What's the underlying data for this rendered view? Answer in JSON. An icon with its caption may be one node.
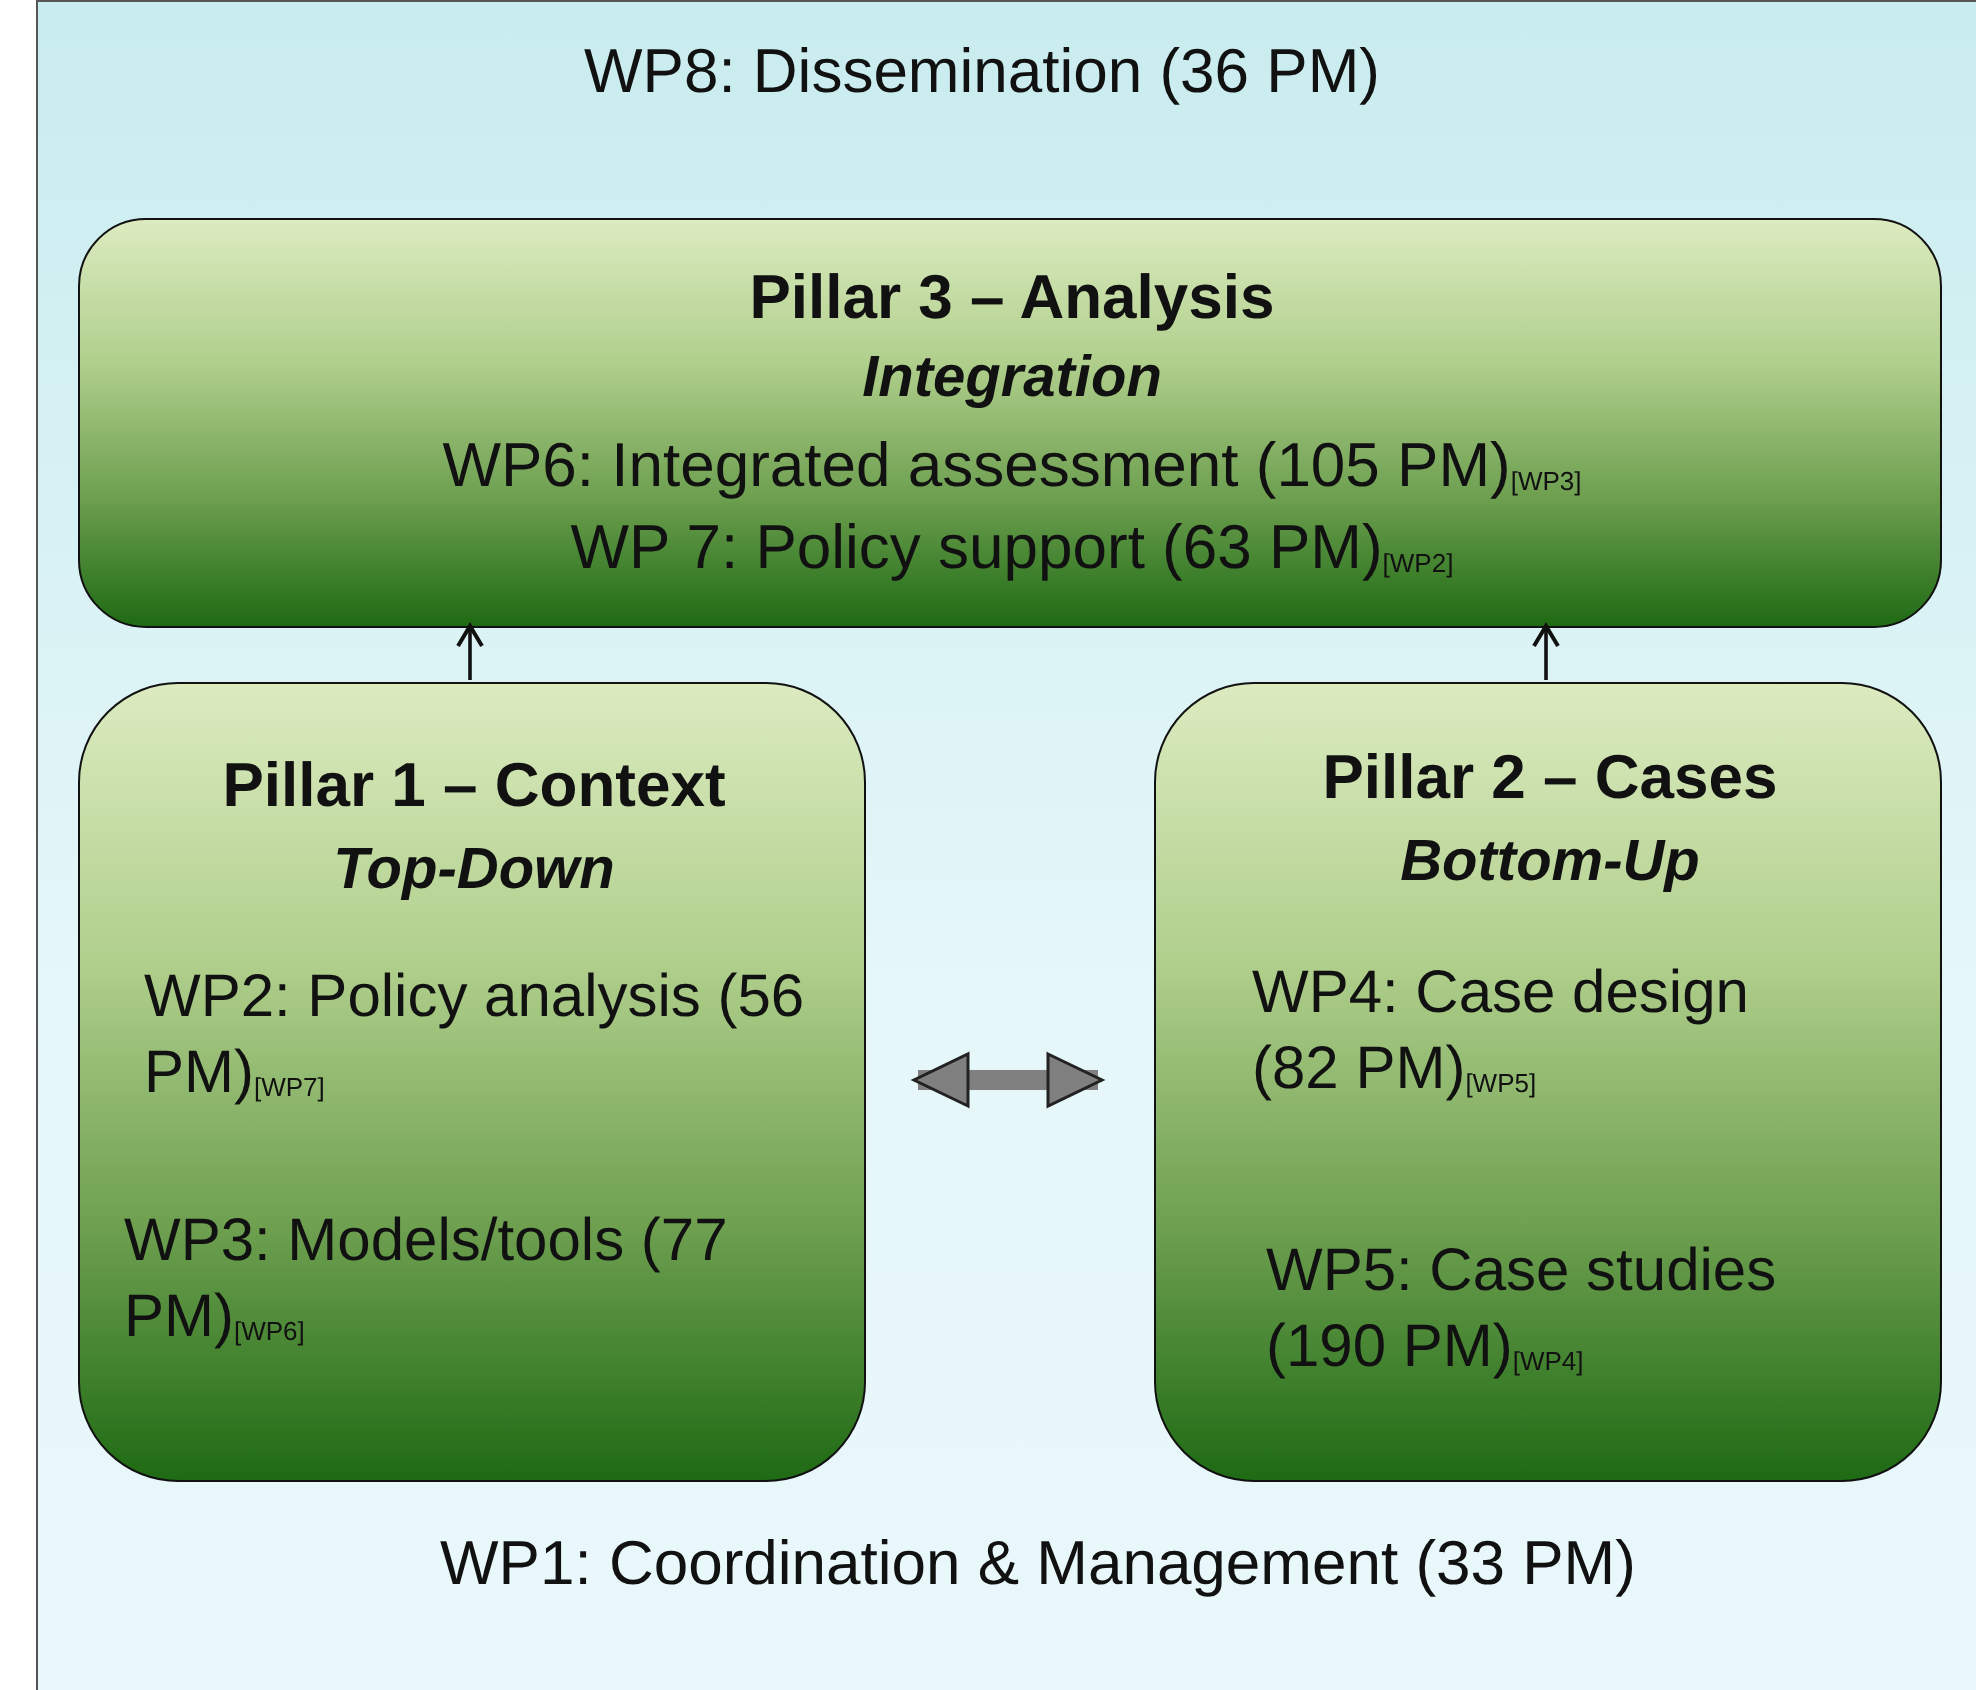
{
  "diagram": {
    "nodes": [
      {
        "text": [
          "WP8: Dissemination (36 PM)",
          "WP1: Coordination & Management (33 PM)"
        ]
      },
      {
        "text": [
          "Pillar 3 – Analysis",
          "Integration",
          "WP6: Integrated assessment (105 PM)$_{[WP3]}$",
          "WP 7: Policy support (63 PM)$_{[WP2]}$"
        ],
        "in": 0
      },
      {
        "text": [
          "Pillar 1 – Context",
          "Top-Down",
          "WP2: Policy analysis (56 PM)$_{[WP7]}$",
          "WP3: Models/tools (77 PM)$_{[WP6]}$"
        ],
        "in": 0
      },
      {
        "text": [
          "Pillar 2 – Cases",
          "Bottom-Up",
          "WP4: Case design (82 PM)$_{[WP5]}$",
          "WP5: Case studies (190 PM)$_{[WP4]}$"
        ],
        "in": 0
      }
    ],
    "edges": [
      {
        "from": 2,
        "to": 1,
        "arrow": "to"
      },
      {
        "from": 3,
        "to": 1,
        "arrow": "to"
      },
      {
        "from": 2,
        "to": 3,
        "arrow": "both",
        "style": "thick",
        "color": "#808080"
      }
    ]
  }
}
